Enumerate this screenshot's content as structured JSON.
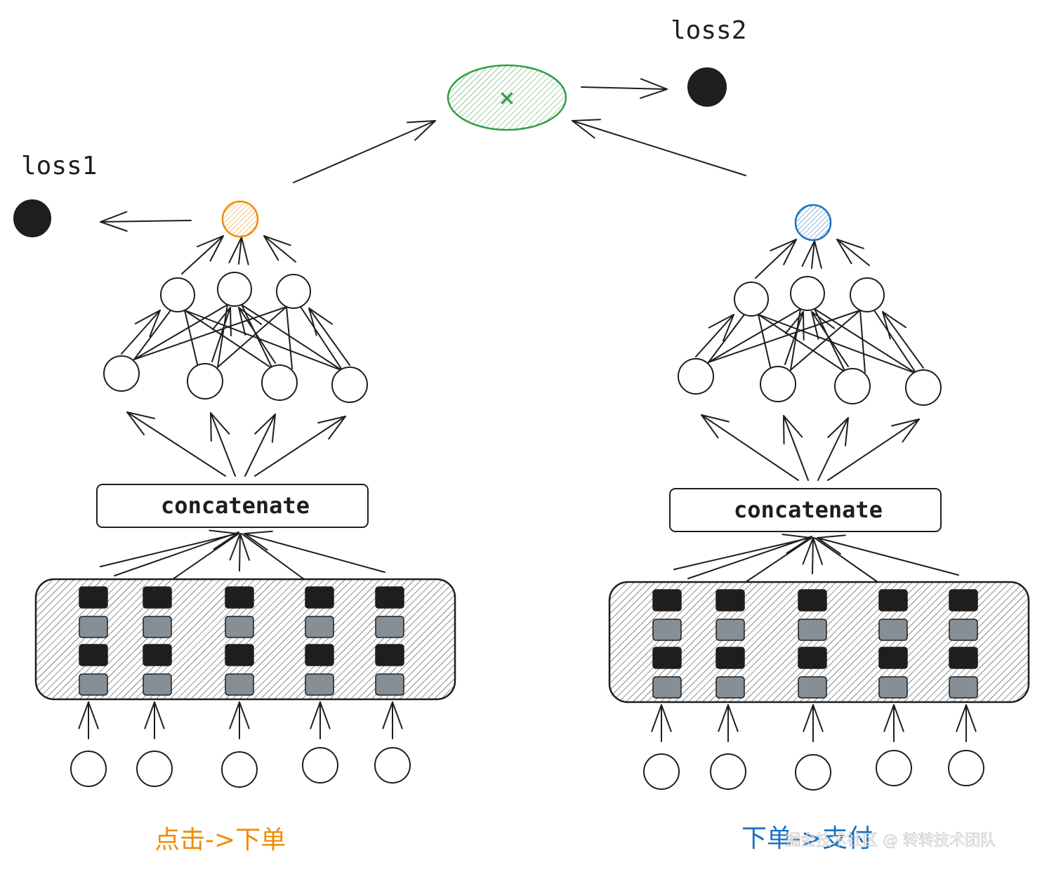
{
  "labels": {
    "loss1": "loss1",
    "loss2": "loss2",
    "multiply_symbol": "×",
    "left_concat": "concatenate",
    "right_concat": "concatenate",
    "left_task": "点击->下单",
    "right_task": "下单->支付",
    "watermark": "掘金技术社区 @ 转转技术团队"
  },
  "colors": {
    "stroke": "#1e1e1e",
    "left_output": "#f08c00",
    "right_output": "#1971c2",
    "multiply": "#2f9e44",
    "embedding_dark": "#1e1e1e",
    "embedding_gray": "#868e96",
    "loss_dot": "#1e1e1e",
    "watermark": "#ffffff"
  },
  "towers": [
    {
      "task": "点击->下单",
      "output_color": "left_output",
      "hidden1_nodes": 4,
      "hidden2_nodes": 3,
      "embedding_fields": 5,
      "embedding_rows": 4
    },
    {
      "task": "下单->支付",
      "output_color": "right_output",
      "hidden1_nodes": 4,
      "hidden2_nodes": 3,
      "embedding_fields": 5,
      "embedding_rows": 4
    }
  ]
}
